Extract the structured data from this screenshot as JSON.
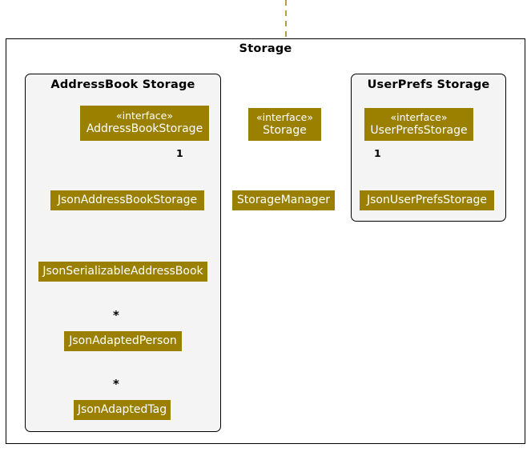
{
  "diagram": {
    "kind": "uml-class-diagram",
    "colors": {
      "node_fill": "#9B8000",
      "node_text": "#FFFFFF",
      "edge": "#9B8000",
      "frame_border": "#000000",
      "inner_panel_fill": "#F4F4F4",
      "background": "#FFFFFF",
      "label_text": "#000000"
    },
    "packages": [
      {
        "id": "storage",
        "label": "Storage"
      },
      {
        "id": "addressbook_storage",
        "label": "AddressBook Storage"
      },
      {
        "id": "userprefs_storage",
        "label": "UserPrefs Storage"
      }
    ],
    "nodes": [
      {
        "id": "addressbookstorage",
        "stereotype": "«interface»",
        "name": "AddressBookStorage"
      },
      {
        "id": "storageinterface",
        "stereotype": "«interface»",
        "name": "Storage"
      },
      {
        "id": "userprefsstorage",
        "stereotype": "«interface»",
        "name": "UserPrefsStorage"
      },
      {
        "id": "jsonaddressbookstorage",
        "stereotype": "",
        "name": "JsonAddressBookStorage"
      },
      {
        "id": "storagemanager",
        "stereotype": "",
        "name": "StorageManager"
      },
      {
        "id": "jsonuserprefsstorage",
        "stereotype": "",
        "name": "JsonUserPrefsStorage"
      },
      {
        "id": "jsonserializableaddressbook",
        "stereotype": "",
        "name": "JsonSerializableAddressBook"
      },
      {
        "id": "jsonadaptedperson",
        "stereotype": "",
        "name": "JsonAdaptedPerson"
      },
      {
        "id": "jsonadaptedtag",
        "stereotype": "",
        "name": "JsonAdaptedTag"
      }
    ],
    "edge_labels": {
      "addressbookstorage_multiplicity": "1",
      "userprefsstorage_multiplicity": "1",
      "serializable_to_person_multiplicity": "*",
      "person_to_tag_multiplicity": "*"
    },
    "relations": [
      {
        "from": "storageinterface",
        "to": "addressbookstorage",
        "type": "generalization"
      },
      {
        "from": "storageinterface",
        "to": "userprefsstorage",
        "type": "generalization"
      },
      {
        "from": "storagemanager",
        "to": "storageinterface",
        "type": "realization"
      },
      {
        "from": "storagemanager",
        "to": "addressbookstorage",
        "type": "association",
        "multiplicity": "1"
      },
      {
        "from": "storagemanager",
        "to": "userprefsstorage",
        "type": "association",
        "multiplicity": "1"
      },
      {
        "from": "jsonaddressbookstorage",
        "to": "addressbookstorage",
        "type": "realization"
      },
      {
        "from": "jsonuserprefsstorage",
        "to": "userprefsstorage",
        "type": "realization"
      },
      {
        "from": "jsonaddressbookstorage",
        "to": "jsonserializableaddressbook",
        "type": "dependency"
      },
      {
        "from": "jsonserializableaddressbook",
        "to": "jsonadaptedperson",
        "type": "association",
        "multiplicity": "*"
      },
      {
        "from": "jsonadaptedperson",
        "to": "jsonadaptedtag",
        "type": "association",
        "multiplicity": "*"
      },
      {
        "from": "external",
        "to": "storageinterface",
        "type": "dependency-incoming-top"
      }
    ]
  }
}
